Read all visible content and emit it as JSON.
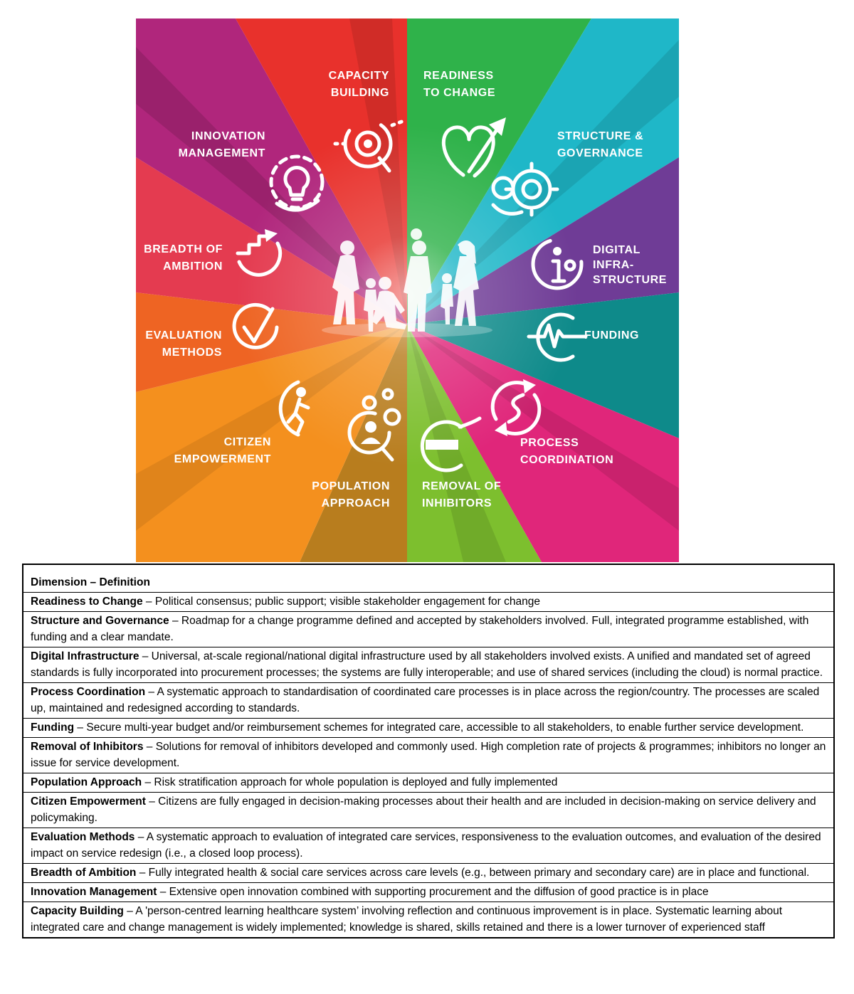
{
  "wheel": {
    "segments": [
      {
        "id": "readiness",
        "line1": "READINESS",
        "line2": "TO CHANGE",
        "line3": "",
        "color": "#2fb24a",
        "icon": "heart-arrow-icon"
      },
      {
        "id": "structure",
        "line1": "STRUCTURE &",
        "line2": "GOVERNANCE",
        "line3": "",
        "color": "#1fb7c8",
        "icon": "gears-icon"
      },
      {
        "id": "digital",
        "line1": "DIGITAL",
        "line2": "INFRA-",
        "line3": "STRUCTURE",
        "color": "#6f3c96",
        "icon": "info-icon"
      },
      {
        "id": "funding",
        "line1": "FUNDING",
        "line2": "",
        "line3": "",
        "color": "#0e8a8a",
        "icon": "euro-icon"
      },
      {
        "id": "process",
        "line1": "PROCESS",
        "line2": "COORDINATION",
        "line3": "",
        "color": "#e0267a",
        "icon": "cycle-arrows-icon"
      },
      {
        "id": "removal",
        "line1": "REMOVAL OF",
        "line2": "INHIBITORS",
        "line3": "",
        "color": "#7dbf2e",
        "icon": "minus-circle-icon"
      },
      {
        "id": "population",
        "line1": "POPULATION",
        "line2": "APPROACH",
        "line3": "",
        "color": "#b87d1e",
        "icon": "magnifier-people-icon"
      },
      {
        "id": "citizen",
        "line1": "CITIZEN",
        "line2": "EMPOWERMENT",
        "line3": "",
        "color": "#f4901e",
        "icon": "running-person-icon"
      },
      {
        "id": "evaluation",
        "line1": "EVALUATION",
        "line2": "METHODS",
        "line3": "",
        "color": "#ee6423",
        "icon": "checkmark-icon"
      },
      {
        "id": "breadth",
        "line1": "BREADTH OF",
        "line2": "AMBITION",
        "line3": "",
        "color": "#e43b50",
        "icon": "stairs-arrow-icon"
      },
      {
        "id": "innovation",
        "line1": "INNOVATION",
        "line2": "MANAGEMENT",
        "line3": "",
        "color": "#b0267c",
        "icon": "lightbulb-icon"
      },
      {
        "id": "capacity",
        "line1": "CAPACITY",
        "line2": "BUILDING",
        "line3": "",
        "color": "#e8312c",
        "icon": "target-magnifier-icon"
      }
    ],
    "accent_colors": {
      "magenta": "#a11f6b",
      "center": "#7a2a5a"
    }
  },
  "definitions": {
    "header": "Dimension – Definition",
    "rows": [
      {
        "term": "Readiness to Change",
        "text": " – Political consensus; public support; visible stakeholder engagement for change"
      },
      {
        "term": "Structure and Governance",
        "text": " – Roadmap for a change programme defined and accepted by stakeholders involved. Full, integrated programme established, with funding and a clear mandate."
      },
      {
        "term": "Digital Infrastructure",
        "text": " – Universal, at-scale regional/national digital infrastructure used by all stakeholders involved exists. A unified and mandated set of agreed standards is fully incorporated into procurement processes; the systems are fully interoperable; and use of shared services (including the cloud) is normal practice."
      },
      {
        "term": "Process Coordination",
        "text": " – A systematic approach to standardisation of coordinated care processes is in place across the region/country. The processes are scaled up, maintained and redesigned according to standards."
      },
      {
        "term": "Funding",
        "text": " – Secure multi-year budget and/or reimbursement schemes for integrated care, accessible to all stakeholders, to enable further service development."
      },
      {
        "term": "Removal of Inhibitors",
        "text": " – Solutions for removal of inhibitors developed and commonly used. High completion rate of projects & programmes; inhibitors no longer an issue for service development."
      },
      {
        "term": "Population Approach",
        "text": " – Risk stratification approach for whole population is deployed and fully implemented"
      },
      {
        "term": "Citizen Empowerment",
        "text": " – Citizens are fully engaged in decision-making processes about their health and are included in decision-making on service delivery and policymaking."
      },
      {
        "term": "Evaluation Methods",
        "text": " – A systematic approach to evaluation of integrated care services, responsiveness to the evaluation outcomes, and evaluation of the desired impact on service redesign (i.e., a closed loop process)."
      },
      {
        "term": "Breadth of Ambition",
        "text": " – Fully integrated health & social care services across care levels (e.g., between primary and secondary care) are in place and functional."
      },
      {
        "term": "Innovation Management",
        "text": " – Extensive open innovation combined with supporting procurement and the diffusion of good practice is in place"
      },
      {
        "term": "Capacity Building",
        "text": " – A 'person-centred learning healthcare system’ involving reflection and continuous improvement is in place. Systematic learning about integrated care and change management is widely implemented; knowledge is shared, skills retained and there is a lower turnover of experienced staff"
      }
    ]
  }
}
